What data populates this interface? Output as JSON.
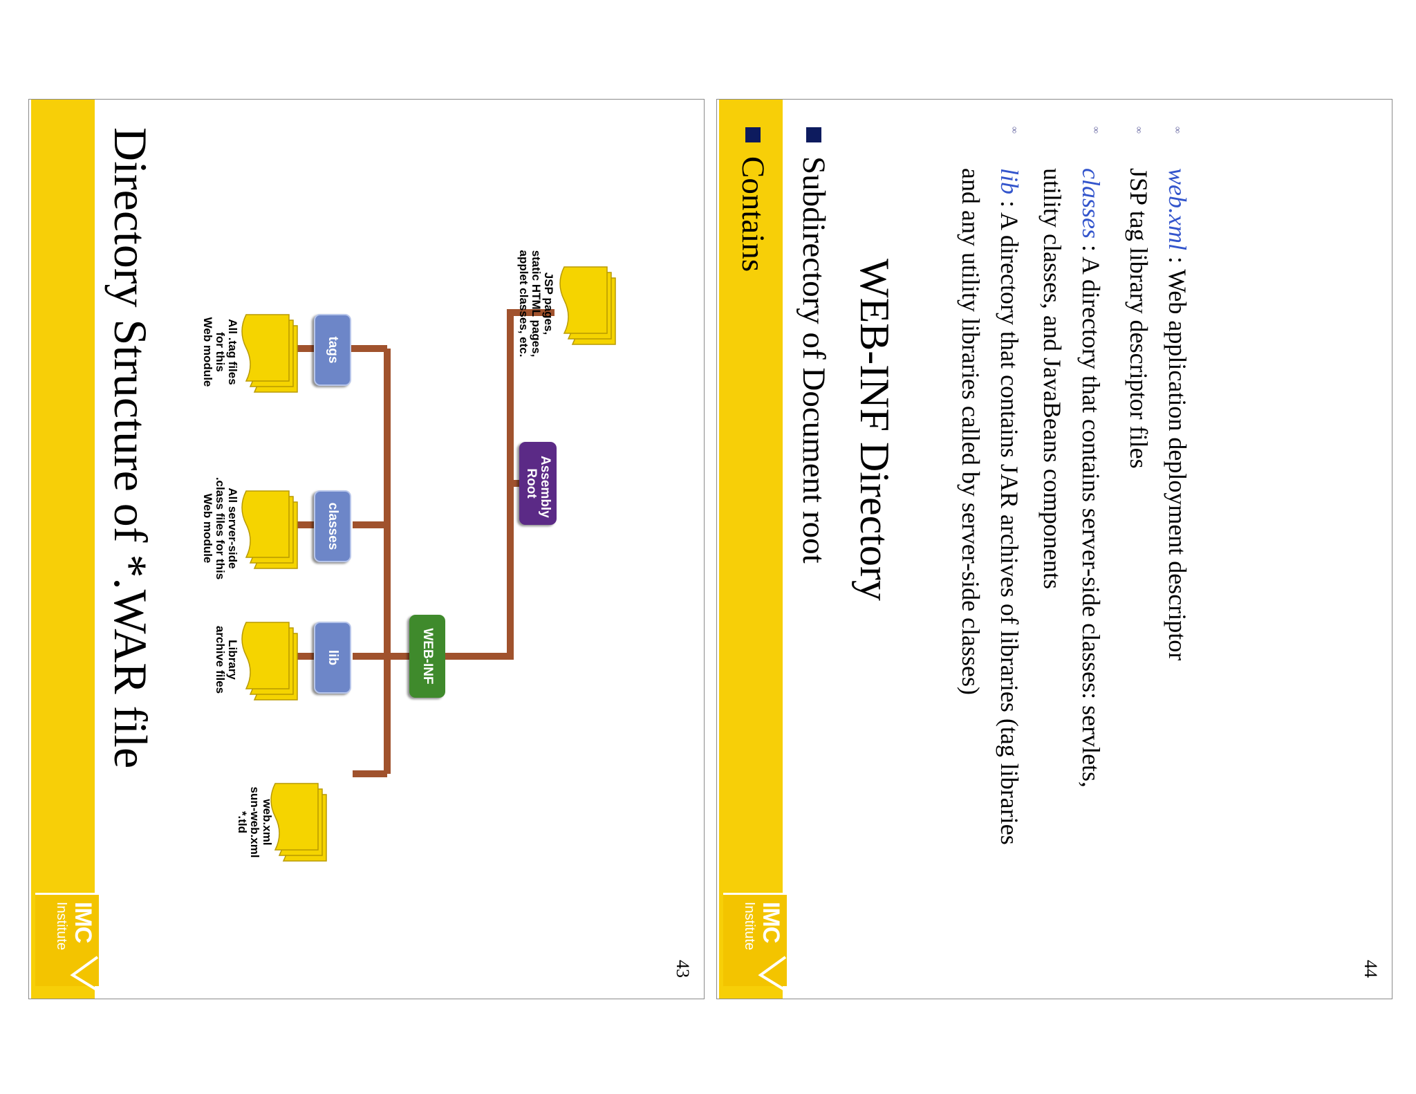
{
  "slides": [
    {
      "number": "43",
      "title": "Directory Structure of *.WAR file",
      "logo": {
        "main": "IMC",
        "sub": "Institute"
      },
      "diagram": {
        "root": "Assembly Root",
        "webinf": "WEB-INF",
        "lib": "lib",
        "classes": "classes",
        "tags": "tags",
        "labels": {
          "jsp": [
            "JSP pages,",
            "static HTML pages,",
            "applet classes, etc."
          ],
          "webxml": [
            "web.xml",
            "sun-web.xml",
            "*.tld"
          ],
          "library": [
            "Library",
            "archive files"
          ],
          "serverside": [
            "All server-side",
            ".class files for this",
            "Web module"
          ],
          "tagfiles": [
            "All .tag files",
            "for this",
            "Web module"
          ]
        }
      },
      "colors": {
        "band": "#f7cf08",
        "root": "#5b2a86",
        "webinf": "#3f8a2c",
        "dir": "#6d86c8",
        "file": "#f5d400",
        "connector": "#a0522d"
      }
    },
    {
      "number": "44",
      "title": "WEB-INF Directory",
      "logo": {
        "main": "IMC",
        "sub": "Institute"
      },
      "bullets": [
        {
          "text": "Subdirectory of Document root"
        },
        {
          "text": "Contains"
        }
      ],
      "subbullets": [
        {
          "keyword": "web.xml",
          "text": " : Web application deployment descriptor"
        },
        {
          "keyword": "",
          "text": "JSP tag library descriptor files"
        },
        {
          "keyword": "classes",
          "text": " : A directory that contains server-side classes: servlets, utility classes, and JavaBeans components"
        },
        {
          "keyword": "lib",
          "text": " : A directory that contains JAR archives of libraries (tag libraries and any utility libraries called by server-side classes)"
        }
      ],
      "subbullet_marker": "∞"
    }
  ]
}
